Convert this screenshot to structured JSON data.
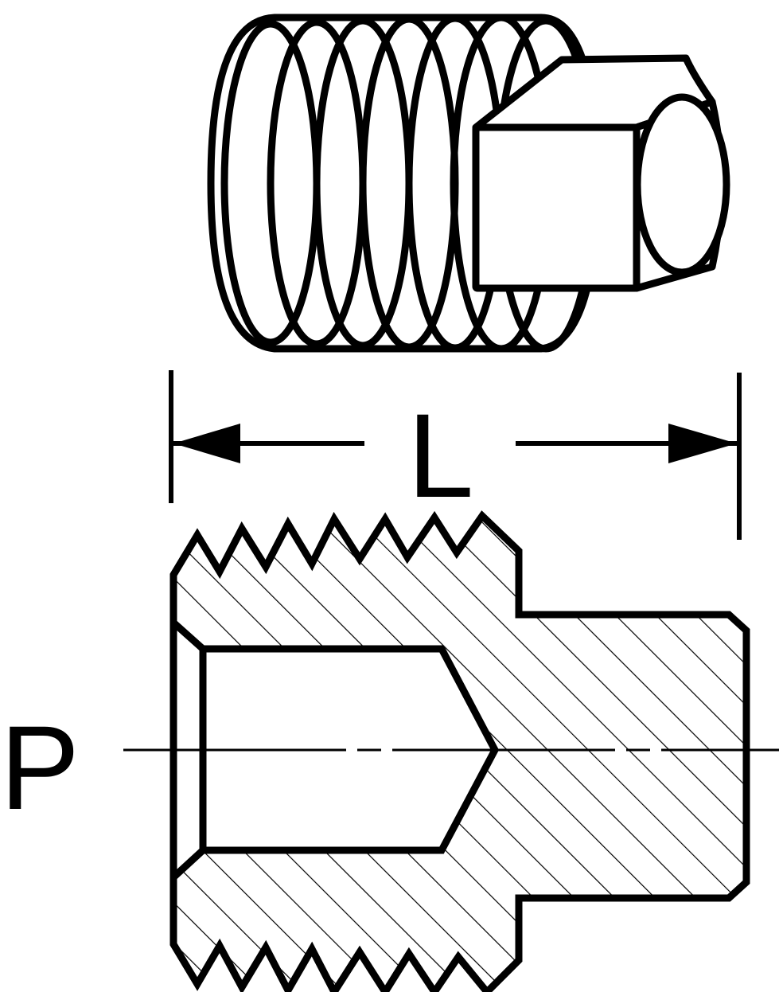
{
  "diagram": {
    "labels": {
      "length": "L",
      "thread": "P"
    },
    "colors": {
      "ink": "#000000",
      "paper": "#ffffff"
    },
    "parts": {
      "pictorial": "square-head-threaded-plug",
      "section": "square-head-threaded-plug-cross-section"
    }
  }
}
